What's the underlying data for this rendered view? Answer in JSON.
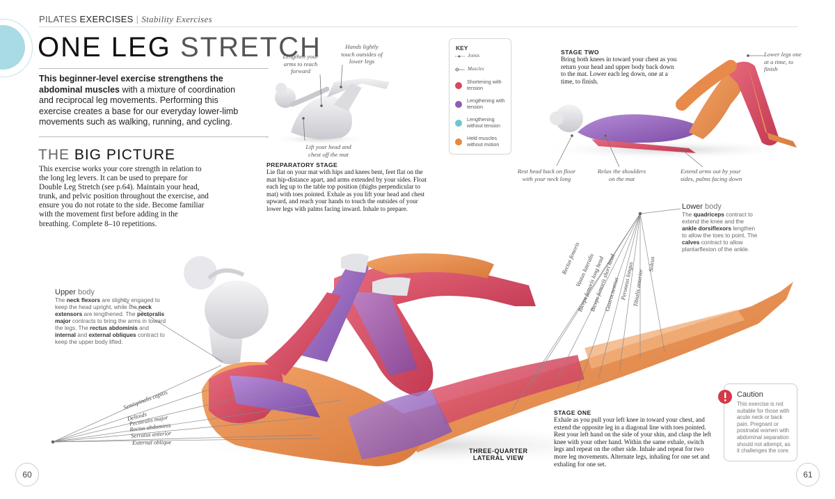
{
  "header": {
    "section": "PILATES",
    "section_bold": "EXERCISES",
    "subsection": "Stability Exercises"
  },
  "title": {
    "bold": "ONE LEG",
    "light": "STRETCH"
  },
  "intro": {
    "bold1": "This beginner-level exercise strengthens the abdominal muscles",
    "rest": " with a mixture of coordination and reciprocal leg movements. Performing this exercise creates a base for our everyday lower-limb movements such as walking, running, and cycling."
  },
  "big_picture": {
    "heading_light": "THE",
    "heading_bold": "BIG PICTURE",
    "text": "This exercise works your core strength in relation to the long leg levers. It can be used to prepare for Double Leg Stretch (see p.64). Maintain your head, trunk, and pelvic position throughout the exercise, and ensure you do not rotate to the side. Become familiar with the movement first before adding in the breathing. Complete 8–10 repetitions."
  },
  "prep_callouts": {
    "arms": "Lengthen your arms to reach forward",
    "hands": "Hands lightly touch outsides of lower legs",
    "head": "Lift your head and chest off the mat"
  },
  "prep_stage": {
    "heading": "PREPARATORY STAGE",
    "text": "Lie flat on your mat with hips and knees bent, feet flat on the mat hip-distance apart, and arms extended by your sides. Float each leg up to the table top position (thighs perpendicular to mat) with toes pointed. Exhale as you lift your head and chest upward, and reach your hands to touch the outsides of your lower legs with palms facing inward. Inhale to prepare."
  },
  "key": {
    "title": "KEY",
    "joints": "Joints",
    "muscles": "Muscles",
    "items": [
      {
        "label": "Shortening with tension",
        "color": "#d9485f"
      },
      {
        "label": "Lengthening with tension",
        "color": "#8d5bb3"
      },
      {
        "label": "Lengthening without tension",
        "color": "#6cc6cf"
      },
      {
        "label": "Held muscles without motion",
        "color": "#e7893c"
      }
    ]
  },
  "stage_two": {
    "heading": "STAGE TWO",
    "text": "Bring both knees in toward your chest as you return your head and upper body back down to the mat. Lower each leg down, one at a time, to finish."
  },
  "stage_two_callouts": {
    "lower_legs": "Lower legs one at a time, to finish",
    "rest_head": "Rest head back on floor with your neck long",
    "relax": "Relax the shoulders on the mat",
    "extend": "Extend arms out by your sides, palms facing down"
  },
  "lower_body": {
    "heading": "Lower",
    "heading_light": "body",
    "text_parts": [
      "The ",
      "quadriceps",
      " contract to extend the knee and the ",
      "ankle dorsiflexors",
      " lengthen to allow the toes to point. The ",
      "calves",
      " contract to allow plantarflexion of the ankle."
    ]
  },
  "leg_muscles": [
    "Rectus femoris",
    "Vastus lateralis",
    "Biceps femoris long head",
    "Biceps femoris short head",
    "Gastrocnemius",
    "Peroneus longus",
    "Tibialis anterior",
    "Soleus"
  ],
  "upper_body": {
    "heading": "Upper",
    "heading_light": "body",
    "text_parts": [
      "The ",
      "neck flexors",
      " are slightly engaged to keep the head upright, while the ",
      "neck extensors",
      " are lengthened. The ",
      "pectoralis major",
      " contracts to bring the arms in toward the legs. The ",
      "rectus abdominis",
      " and ",
      "internal",
      " and ",
      "external obliques",
      " contract to keep the upper body lifted."
    ]
  },
  "trunk_muscles": [
    "Semispinalis capitis",
    "Deltoids",
    "Pectoralis major",
    "Rectus abdominis",
    "Serratus anterior",
    "External oblique"
  ],
  "view_label": {
    "line1": "THREE-QUARTER",
    "line2": "LATERAL VIEW"
  },
  "stage_one": {
    "heading": "STAGE ONE",
    "text": "Exhale as you pull your left knee in toward your chest, and extend the opposite leg in a diagonal line with toes pointed. Rest your left hand on the side of your shin, and clasp the left knee with your other hand. Within the same exhale, switch legs and repeat on the other side. Inhale and repeat for two more leg movements. Alternate legs, inhaling for one set and exhaling for one set."
  },
  "caution": {
    "icon": "exclamation-icon",
    "title": "Caution",
    "text": "This exercise is not suitable for those with acute neck or back pain. Pregnant or postnatal women with abdominal separation should not attempt, as it challenges the core."
  },
  "pages": {
    "left": "60",
    "right": "61"
  }
}
